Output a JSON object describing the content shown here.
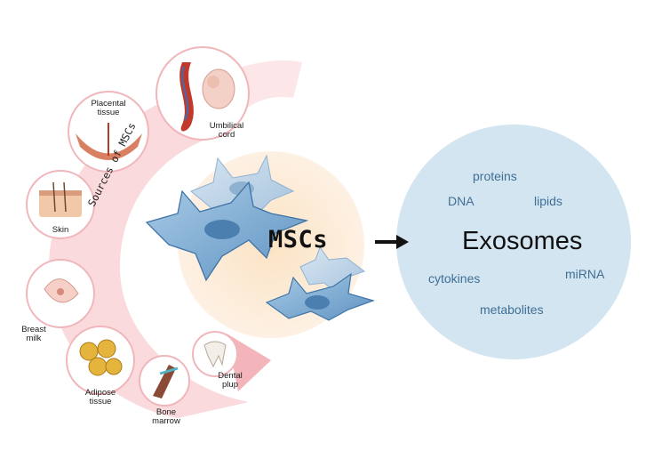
{
  "sources_title": "Sources of MSCs",
  "sources": [
    {
      "id": "umbilical-cord",
      "label": "Umbilical cord"
    },
    {
      "id": "placental-tissue",
      "label": "Placental tissue"
    },
    {
      "id": "skin",
      "label": "Skin"
    },
    {
      "id": "breast-milk",
      "label": "Breast milk"
    },
    {
      "id": "adipose-tissue",
      "label": "Adipose tissue"
    },
    {
      "id": "bone-marrow",
      "label": "Bone marrow"
    },
    {
      "id": "dental-plup",
      "label": "Dental plup"
    }
  ],
  "msc_label": "MSCs",
  "exosome": {
    "title": "Exosomes",
    "cargo": [
      "proteins",
      "DNA",
      "lipids",
      "cytokines",
      "miRNA",
      "metabolites"
    ]
  },
  "colors": {
    "ring": "#f7c9cd",
    "msc_glow": "#fbe8cf",
    "exosome_circle": "#d3e5f0",
    "cargo_text": "#3f6f96",
    "cell": "#6a9fca"
  }
}
